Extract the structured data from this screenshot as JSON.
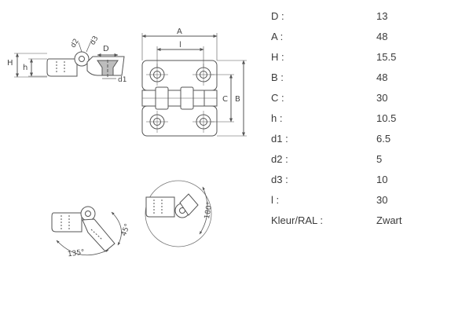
{
  "drawing": {
    "labels": {
      "H": "H",
      "h": "h",
      "d2": "d2",
      "d3": "d3",
      "D": "D",
      "d1": "d1",
      "A": "A",
      "l": "l",
      "C": "C",
      "B": "B",
      "angle135": "135°",
      "angle45": "45°",
      "angle180": "180°"
    },
    "stroke_color": "#555555",
    "shade_color": "#bdbdbd"
  },
  "specs": [
    {
      "label": "D :",
      "value": "13"
    },
    {
      "label": "A :",
      "value": "48"
    },
    {
      "label": "H :",
      "value": "15.5"
    },
    {
      "label": "B :",
      "value": "48"
    },
    {
      "label": "C :",
      "value": "30"
    },
    {
      "label": "h :",
      "value": "10.5"
    },
    {
      "label": "d1 :",
      "value": "6.5"
    },
    {
      "label": "d2 :",
      "value": "5"
    },
    {
      "label": "d3 :",
      "value": "10"
    },
    {
      "label": "l :",
      "value": "30"
    },
    {
      "label": "Kleur/RAL :",
      "value": "Zwart"
    }
  ]
}
